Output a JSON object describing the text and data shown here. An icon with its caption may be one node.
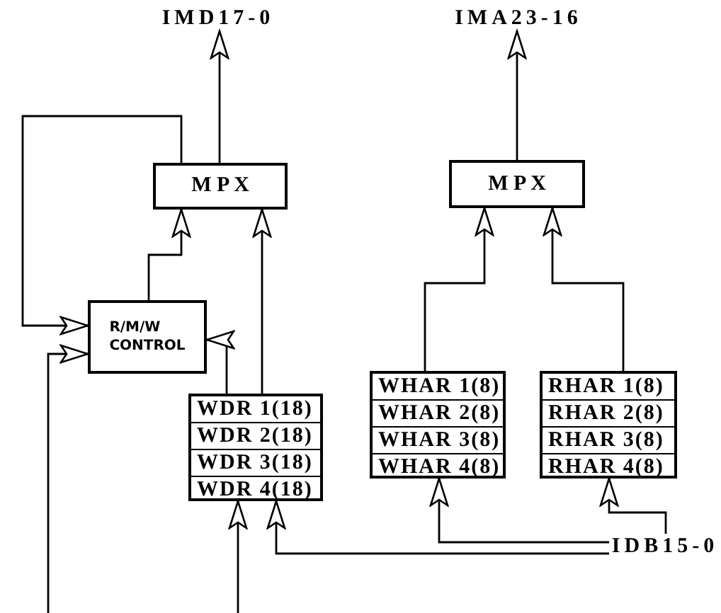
{
  "diagram": {
    "nodes": [
      {
        "text": [
          "IMD17-0"
        ]
      },
      {
        "text": [
          "IMA23-16"
        ]
      },
      {
        "text": [
          "M P X"
        ]
      },
      {
        "text": [
          "M P X"
        ]
      },
      {
        "text": [
          "R/M/W CONTROL"
        ]
      },
      {
        "text": [],
        "shape": "box"
      },
      {
        "text": [
          "WDR 1(18)"
        ],
        "in": 5
      },
      {
        "text": [
          "WDR 2(18)"
        ],
        "in": 5
      },
      {
        "text": [
          "WDR 3(18)"
        ],
        "in": 5
      },
      {
        "text": [
          "WDR 4(18)"
        ],
        "in": 5
      },
      {
        "text": [],
        "shape": "box"
      },
      {
        "text": [
          "WHAR 1(8)"
        ],
        "in": 10
      },
      {
        "text": [
          "WHAR 2(8)"
        ],
        "in": 10
      },
      {
        "text": [
          "WHAR 3(8)"
        ],
        "in": 10
      },
      {
        "text": [
          "WHAR 4(8)"
        ],
        "in": 10
      },
      {
        "text": [],
        "shape": "box"
      },
      {
        "text": [
          "RHAR 1(8)"
        ],
        "in": 15
      },
      {
        "text": [
          "RHAR 2(8)"
        ],
        "in": 15
      },
      {
        "text": [
          "RHAR 3(8)"
        ],
        "in": 15
      },
      {
        "text": [
          "RHAR 4(8)"
        ],
        "in": 15
      },
      {
        "text": [
          "IDB15-0"
        ]
      }
    ],
    "edges": [
      {
        "from": 2,
        "to": 0,
        "arrow": "to"
      },
      {
        "from": 2,
        "to": 4,
        "arrow": "to"
      },
      {
        "from": null,
        "to": 4,
        "arrow": "to"
      },
      {
        "from": 4,
        "to": 2,
        "arrow": "to"
      },
      {
        "from": 5,
        "to": 2,
        "arrow": "to"
      },
      {
        "from": 5,
        "to": 4,
        "arrow": "to"
      },
      {
        "from": 3,
        "to": 1,
        "arrow": "to"
      },
      {
        "from": 10,
        "to": 3,
        "arrow": "to"
      },
      {
        "from": 15,
        "to": 3,
        "arrow": "to"
      },
      {
        "from": 20,
        "to": 5,
        "arrow": "to"
      },
      {
        "from": 20,
        "to": 10,
        "arrow": "to"
      },
      {
        "from": 20,
        "to": 15,
        "arrow": "to"
      },
      {
        "from": null,
        "to": 5,
        "arrow": "to"
      }
    ]
  }
}
